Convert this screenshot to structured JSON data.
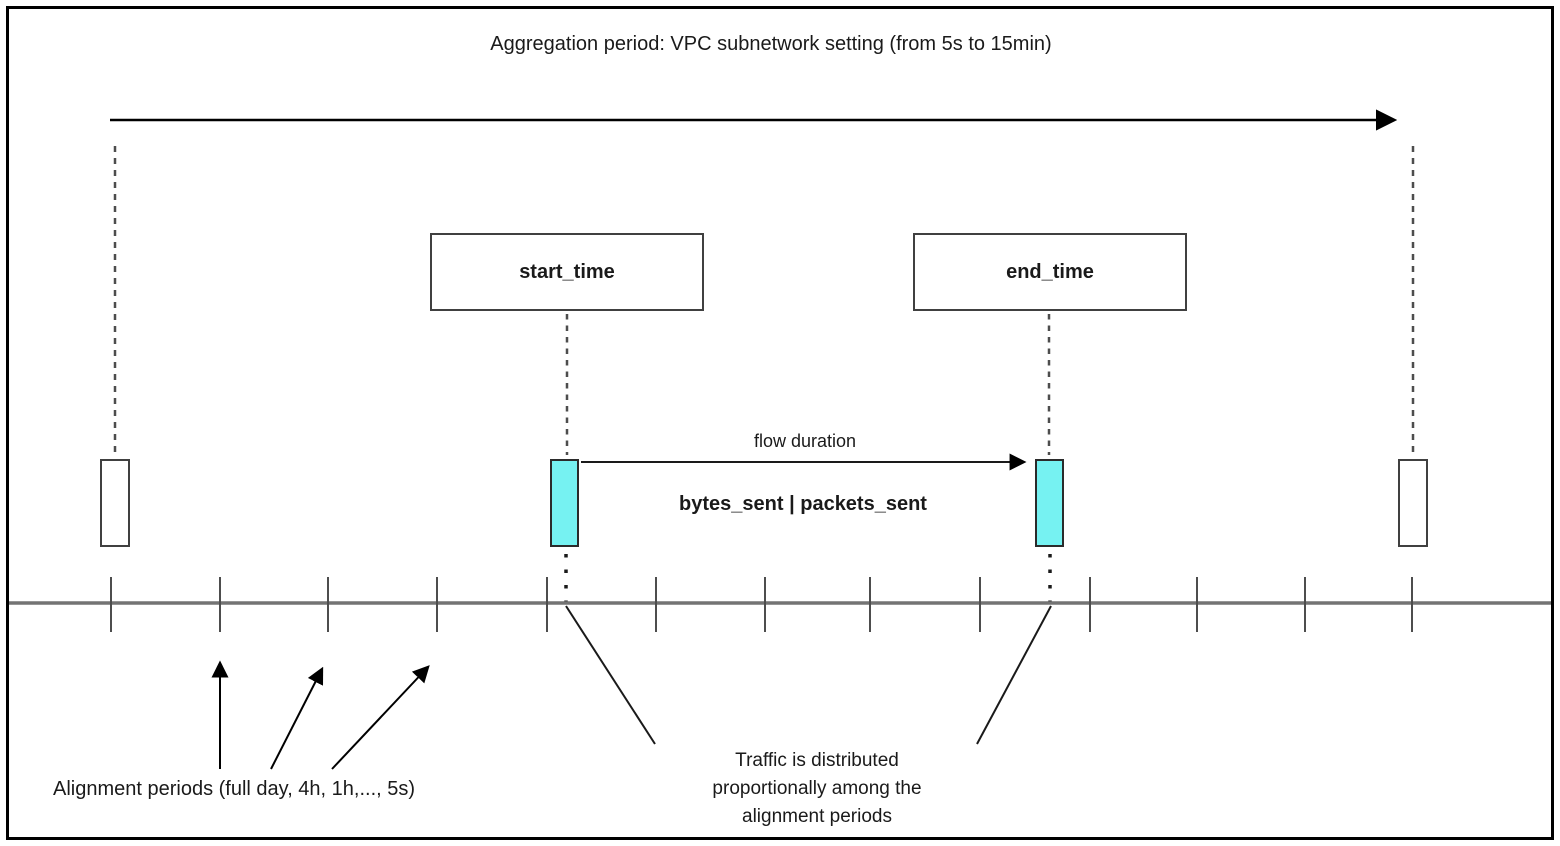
{
  "title": "Aggregation period: VPC subnetwork setting (from 5s to 15min)",
  "boxes": {
    "start_label": "start_time",
    "end_label": "end_time"
  },
  "labels": {
    "flow_duration": "flow duration",
    "metrics": "bytes_sent | packets_sent",
    "alignment_periods": "Alignment periods (full day, 4h, 1h,..., 5s)",
    "traffic_note": "Traffic is distributed\nproportionally among the\nalignment periods"
  },
  "timeline": {
    "tick_count": 13,
    "flow_window_markers": 2,
    "edge_markers": 2
  },
  "colors": {
    "flow_marker_fill": "#76f2f2",
    "axis_line": "#737373",
    "tick_line": "#4d4d4d",
    "box_border": "#404040",
    "arrow_black": "#000000",
    "background": "#ffffff"
  }
}
